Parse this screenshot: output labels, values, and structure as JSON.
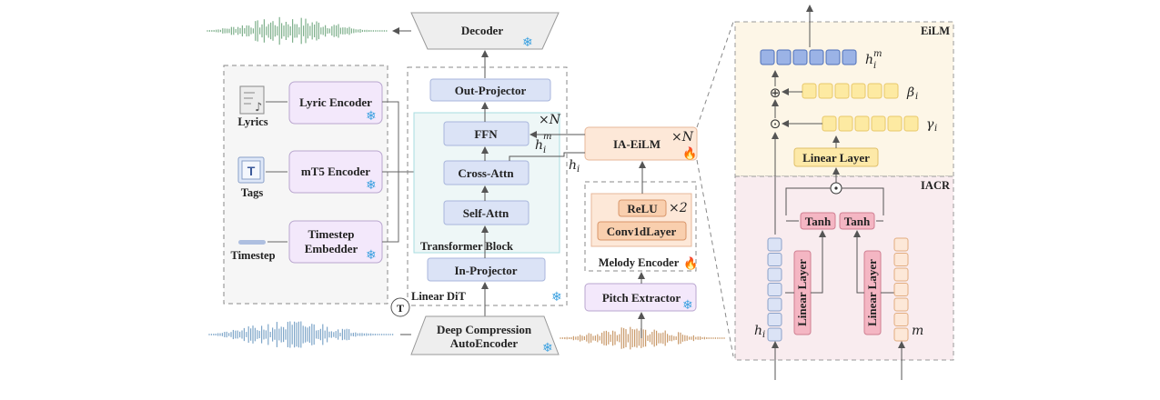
{
  "nodes": {
    "decoder": "Decoder",
    "out_projector": "Out-Projector",
    "ffn": "FFN",
    "cross_attn": "Cross-Attn",
    "self_attn": "Self-Attn",
    "transformer_block": "Transformer Block",
    "in_projector": "In-Projector",
    "linear_dit": "Linear DiT",
    "dcae_line1": "Deep Compression",
    "dcae_line2": "AutoEncoder",
    "lyric_encoder": "Lyric Encoder",
    "mt5_encoder": "mT5 Encoder",
    "timestep_line1": "Timestep",
    "timestep_line2": "Embedder",
    "lyrics": "Lyrics",
    "tags": "Tags",
    "timestep": "Timestep",
    "ia_eilm": "IA-EiLM",
    "relu": "ReLU",
    "conv1d": "Conv1dLayer",
    "melody_encoder": "Melody Encoder",
    "pitch_extractor": "Pitch Extractor",
    "eilm": "EiLM",
    "iacr": "IACR",
    "linear_layer": "Linear Layer",
    "tanh": "Tanh",
    "linear_layer_v": "Linear Layer"
  },
  "math": {
    "times_n": "×",
    "n": "N",
    "times_2": "×2",
    "h": "h",
    "h_sub_i": "i",
    "h_sup_m": "m",
    "beta": "β",
    "gamma": "γ",
    "m": "m",
    "oplus": "⊕",
    "odot": "⊙"
  },
  "icons": {
    "snowflake": "❄",
    "fire": "🔥",
    "lyrics_icon": "music-document-icon",
    "tags_icon": "text-tag-icon",
    "timestep_icon": "slider-bar-icon",
    "loop_icon": "recycle-T-icon",
    "snowflake_icon": "snowflake-icon",
    "fire_icon": "fire-icon"
  },
  "colors": {
    "blue_box": "#dbe3f6",
    "purple_box": "#f3e8fb",
    "orange_box": "#fde8d8",
    "yellow_panel": "#fdf6e7",
    "pink_panel": "#f9ecef",
    "green_wave": "#7fb08c",
    "blue_wave": "#7fa6c9",
    "orange_wave": "#c99a6a"
  }
}
